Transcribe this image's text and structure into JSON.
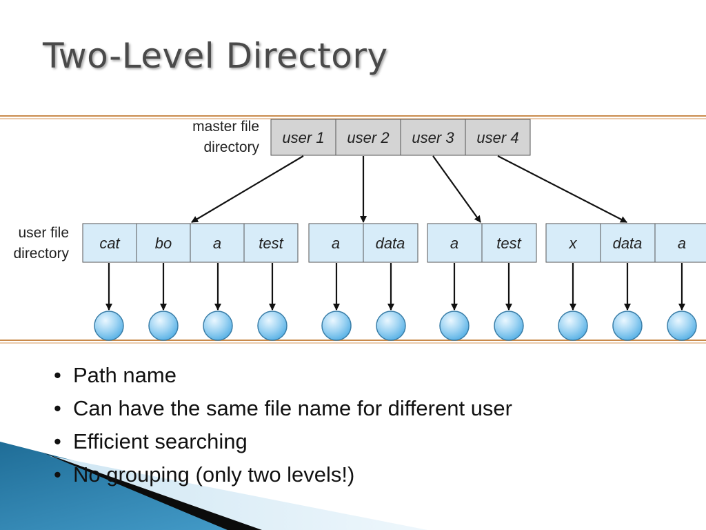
{
  "title": "Two-Level Directory",
  "diagram": {
    "master_label": [
      "master file",
      "directory"
    ],
    "user_label": [
      "user file",
      "directory"
    ],
    "users": [
      "user 1",
      "user 2",
      "user 3",
      "user 4"
    ],
    "user_directories": [
      [
        "cat",
        "bo",
        "a",
        "test"
      ],
      [
        "a",
        "data"
      ],
      [
        "a",
        "test"
      ],
      [
        "x",
        "data",
        "a"
      ]
    ],
    "colors": {
      "master_fill": "#d4d4d4",
      "user_fill": "#d7ecf9",
      "file_fill": "#9fd4f3",
      "frame": "#c98a4b"
    }
  },
  "bullets": [
    "Path name",
    "Can have the same file name for different user",
    "Efficient searching",
    "No grouping (only two levels!)"
  ]
}
